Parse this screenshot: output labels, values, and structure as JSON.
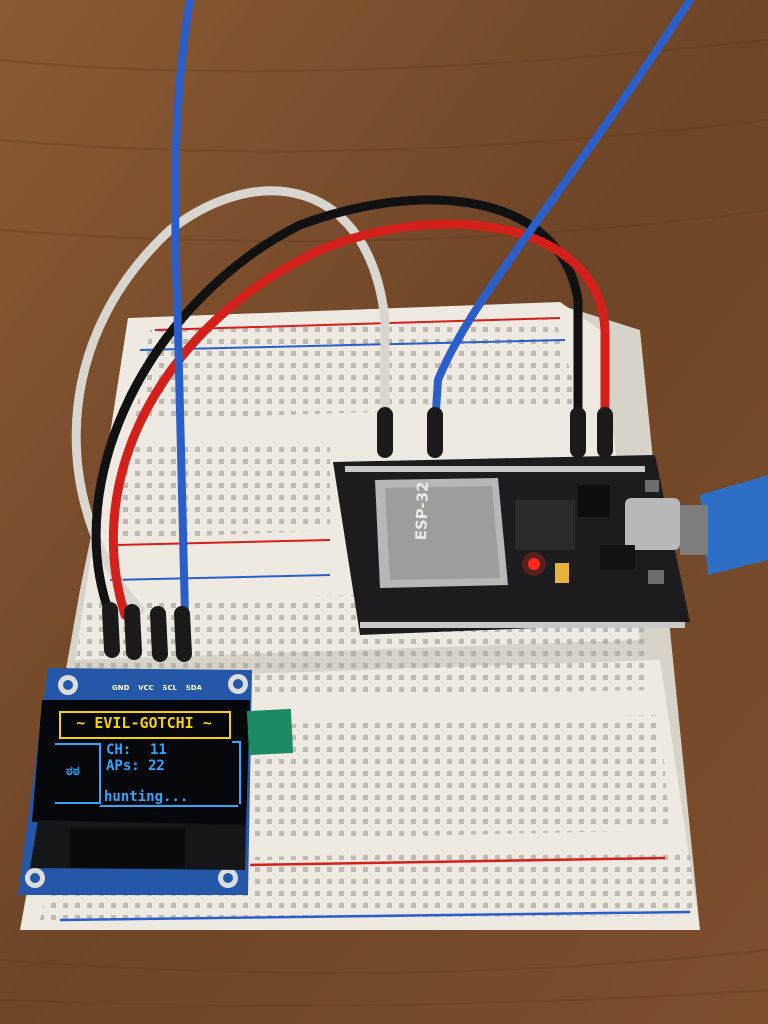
{
  "oled": {
    "header": "~ EVIL-GOTCHI ~",
    "face": "ಠಠ",
    "ch_label": "CH:",
    "ch_value": "11",
    "aps_label": "APs:",
    "aps_value": "22",
    "status": "hunting..."
  },
  "oled_pins": [
    "GND",
    "VCC",
    "SCL",
    "SDA"
  ],
  "esp32": {
    "module_label": "ESP-32"
  },
  "colors": {
    "wood": "#7a4f2e",
    "breadboard": "#eeeae2",
    "pcb_black": "#1c1c1e",
    "oled_yellow": "#f5d100",
    "oled_blue": "#2fa6ff",
    "wire_blue": "#2a5fc9",
    "wire_red": "#d3201a",
    "wire_white": "#d9d6cf",
    "wire_black": "#111111",
    "led_red": "#ff2a1a"
  }
}
